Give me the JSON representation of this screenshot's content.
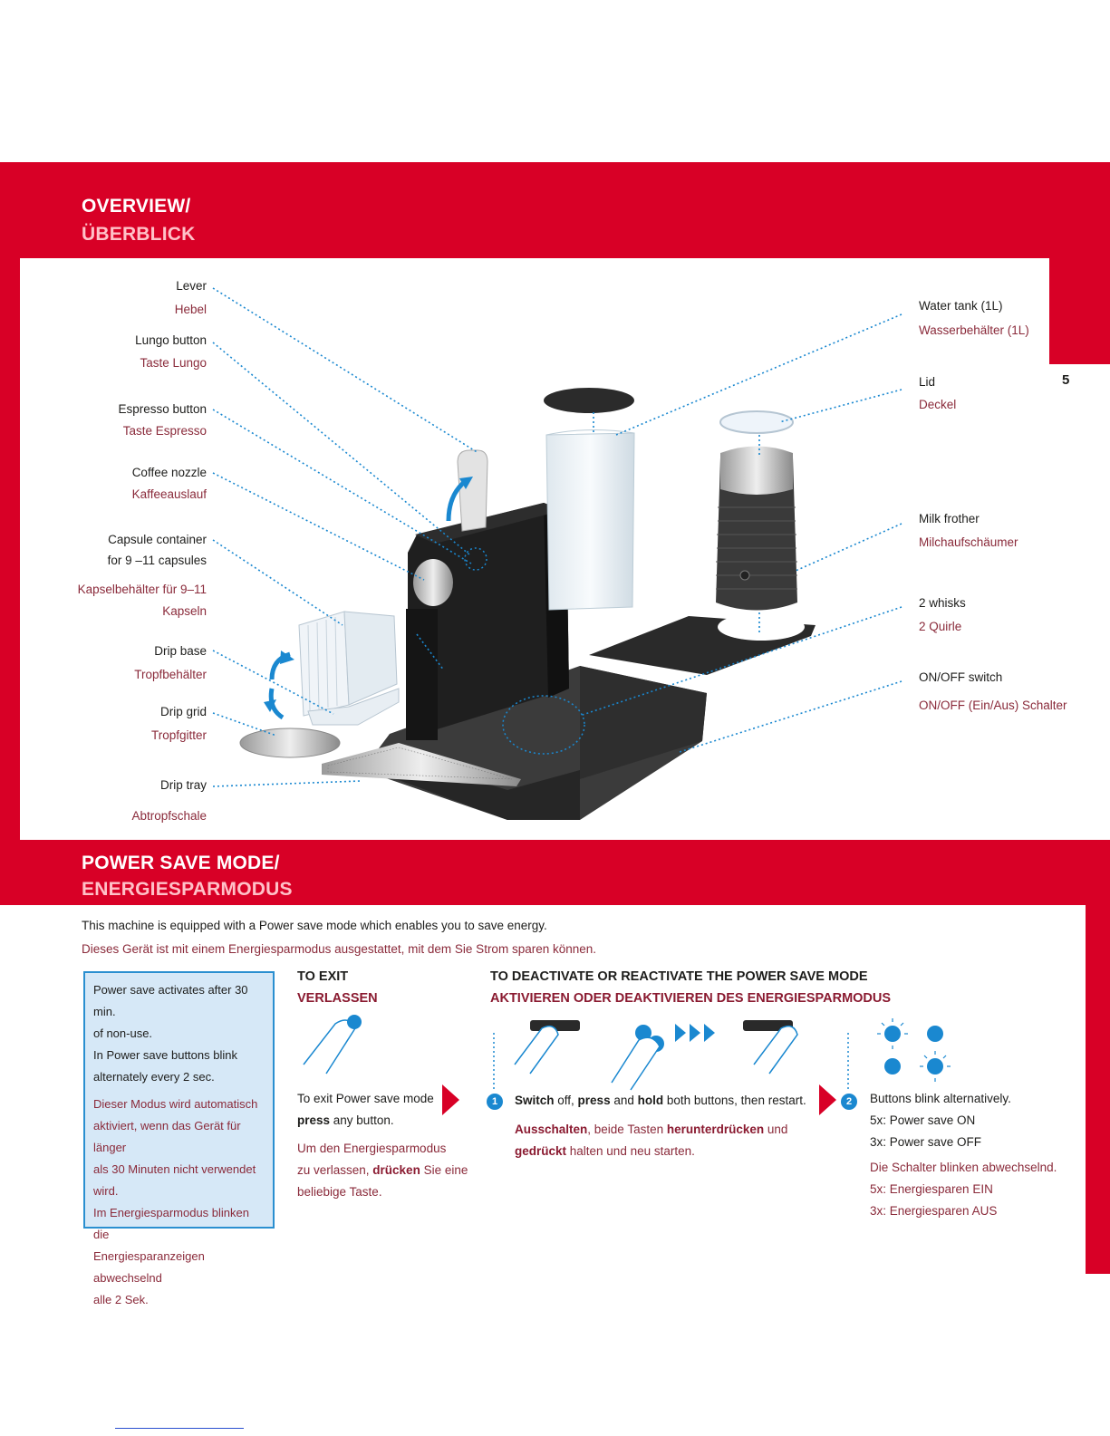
{
  "overview": {
    "title_en": "OVERVIEW/",
    "title_de": "ÜBERBLICK",
    "page_number": "5",
    "left_labels": [
      {
        "en": "Lever",
        "de": "Hebel"
      },
      {
        "en": "Lungo button",
        "de": "Taste Lungo"
      },
      {
        "en": "Espresso button",
        "de": "Taste Espresso"
      },
      {
        "en": "Coffee nozzle",
        "de": "Kaffeeauslauf"
      },
      {
        "en1": "Capsule container",
        "en2": "for 9 –11 capsules",
        "de1": "Kapselbehälter für 9–11",
        "de2": "Kapseln"
      },
      {
        "en": "Drip base",
        "de": "Tropfbehälter"
      },
      {
        "en": "Drip grid",
        "de": "Tropfgitter"
      },
      {
        "en": "Drip tray",
        "de": "Abtropfschale"
      }
    ],
    "right_labels": [
      {
        "en": "Water tank (1L)",
        "de": "Wasserbehälter (1L)"
      },
      {
        "en": "Lid",
        "de": "Deckel"
      },
      {
        "en": "Milk frother",
        "de": "Milchaufschäumer"
      },
      {
        "en": "2 whisks",
        "de": "2 Quirle"
      },
      {
        "en": "ON/OFF switch",
        "de": "ON/OFF (Ein/Aus) Schalter"
      }
    ]
  },
  "power": {
    "title_en": "POWER SAVE MODE/",
    "title_de": "ENERGIESPARMODUS",
    "intro_en": "This machine is equipped with a Power save mode which enables you to save energy.",
    "intro_de": "Dieses Gerät ist mit einem Energiesparmodus ausgestattet, mit dem Sie Strom sparen können.",
    "info_en": [
      "Power save activates after 30 min.",
      "of non-use.",
      "In Power save buttons blink",
      "alternately every 2 sec."
    ],
    "info_de": [
      "Dieser Modus wird automatisch",
      "aktiviert, wenn das Gerät für länger",
      "als 30 Minuten nicht verwendet",
      "wird.",
      "Im Energiesparmodus blinken die",
      "Energiesparanzeigen abwechselnd",
      "alle 2 Sek."
    ],
    "exit": {
      "title_en": "TO EXIT",
      "title_de": "VERLASSEN",
      "en_1": "To exit Power save mode",
      "en_2_bold": "press",
      "en_2_rest": " any button.",
      "de_1": "Um den Energiesparmodus",
      "de_2_pre": "zu verlassen, ",
      "de_2_bold": "drücken",
      "de_2_post": " Sie eine",
      "de_3": "beliebige Taste."
    },
    "deactivate": {
      "title_en": "TO DEACTIVATE OR REACTIVATE THE POWER SAVE MODE",
      "title_de": "AKTIVIEREN ODER DEAKTIVIEREN DES ENERGIESPARMODUS",
      "step1_num": "1",
      "step1_en": [
        {
          "b": "Switch"
        },
        {
          "t": " off, "
        },
        {
          "b": "press"
        },
        {
          "t": " and "
        },
        {
          "b": "hold"
        },
        {
          "t": " both buttons, then restart."
        }
      ],
      "step1_de_1": [
        {
          "b": "Ausschalten"
        },
        {
          "t": ", beide Tasten "
        },
        {
          "b": "herunterdrücken"
        },
        {
          "t": " und"
        }
      ],
      "step1_de_2": [
        {
          "b": "gedrückt"
        },
        {
          "t": " halten und neu starten."
        }
      ],
      "step2_num": "2",
      "step2_en": [
        "Buttons blink alternatively.",
        "5x: Power save ON",
        "3x: Power save OFF"
      ],
      "step2_de": [
        "Die Schalter blinken abwechselnd.",
        "5x: Energiesparen EIN",
        "3x: Energiesparen AUS"
      ]
    }
  },
  "colors": {
    "brand_red": "#d80026",
    "info_blue": "#2a8fd0",
    "accent_blue": "#1a88d0"
  }
}
